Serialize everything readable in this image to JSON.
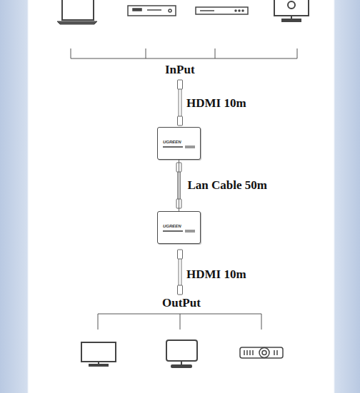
{
  "diagram": {
    "nodes": [
      {
        "text": [
          "UGREEN"
        ]
      },
      {
        "text": [
          "UGREEN"
        ]
      }
    ],
    "edges": [
      {
        "from": 0,
        "to": 1,
        "label": "Lan Cable 50m",
        "arrow": "none"
      }
    ],
    "labels": [
      "InPut",
      "HDMI 10m",
      "HDMI 10m",
      "OutPut"
    ]
  }
}
